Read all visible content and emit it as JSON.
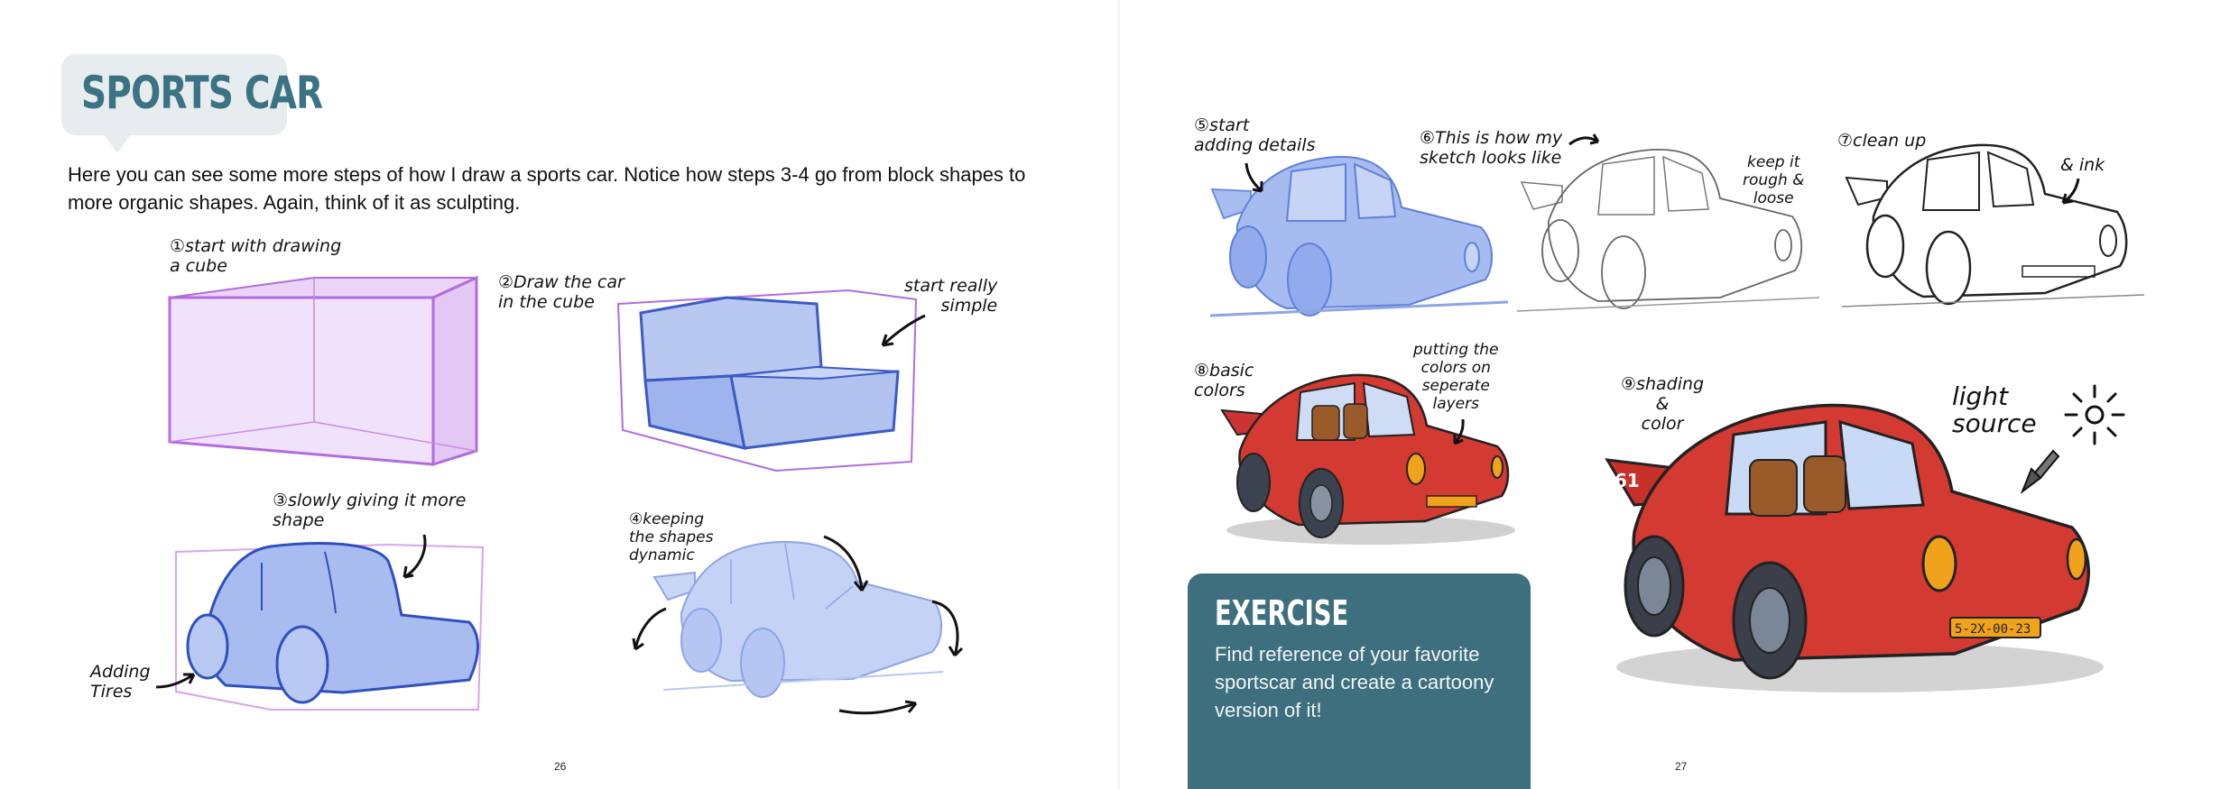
{
  "left_page": {
    "title": "SPORTS CAR",
    "intro": "Here you can see some more steps of how I draw a sports car. Notice how steps 3-4 go from block shapes to more organic shapes. Again, think of it as sculpting.",
    "steps": [
      {
        "num": "①",
        "text": "start with drawing\na cube"
      },
      {
        "num": "②",
        "text": "Draw the car\nin the cube"
      },
      {
        "num": "",
        "text": "start really\nsimple"
      },
      {
        "num": "③",
        "text": "slowly giving it more\nshape"
      },
      {
        "num": "",
        "text": "Adding\nTires"
      },
      {
        "num": "④",
        "text": "keeping\nthe shapes\ndynamic"
      }
    ],
    "page_number": "26"
  },
  "right_page": {
    "steps": [
      {
        "num": "⑤",
        "text": "start\nadding details"
      },
      {
        "num": "⑥",
        "text": "This is how my\nsketch looks like"
      },
      {
        "num": "",
        "text": "keep it\nrough &\nloose"
      },
      {
        "num": "⑦",
        "text": "clean up"
      },
      {
        "num": "",
        "text": "& ink"
      },
      {
        "num": "⑧",
        "text": "basic\ncolors"
      },
      {
        "num": "",
        "text": "putting the\ncolors on\nseperate\nlayers"
      },
      {
        "num": "⑨",
        "text": "shading\n&\ncolor"
      },
      {
        "num": "",
        "text": "light\nsource"
      }
    ],
    "exercise": {
      "title": "EXERCISE",
      "text": "Find reference of your favorite sportscar and create a cartoony version of it!"
    },
    "license_plate": "5-2X-00-23",
    "car_number": "61",
    "page_number": "27"
  },
  "colors": {
    "accent": "#3b7284",
    "bubble": "#e7ecee",
    "exercise_bg": "#3e6f7f",
    "sketch_blue": "#8fa8e8",
    "cube_purple": "#b36be0",
    "car_red": "#d23a32"
  }
}
